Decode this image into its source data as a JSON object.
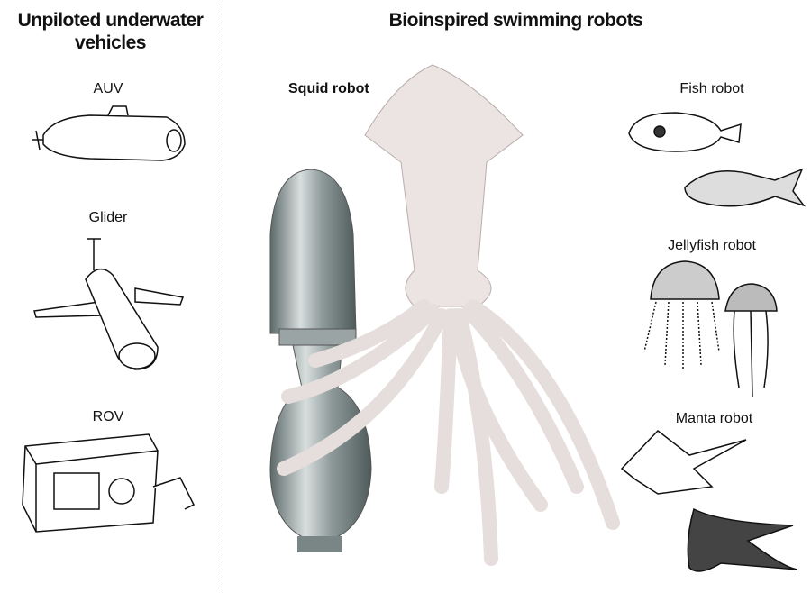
{
  "left": {
    "title": "Unpiloted underwater vehicles",
    "items": [
      {
        "label": "AUV"
      },
      {
        "label": "Glider"
      },
      {
        "label": "ROV"
      }
    ]
  },
  "right": {
    "title": "Bioinspired swimming robots",
    "items": [
      {
        "label": "Squid robot"
      },
      {
        "label": "Fish robot"
      },
      {
        "label": "Jellyfish robot"
      },
      {
        "label": "Manta robot"
      }
    ]
  },
  "colors": {
    "squid": "#ece4e2",
    "metal": "#8d9a9a",
    "ink": "#111111"
  }
}
